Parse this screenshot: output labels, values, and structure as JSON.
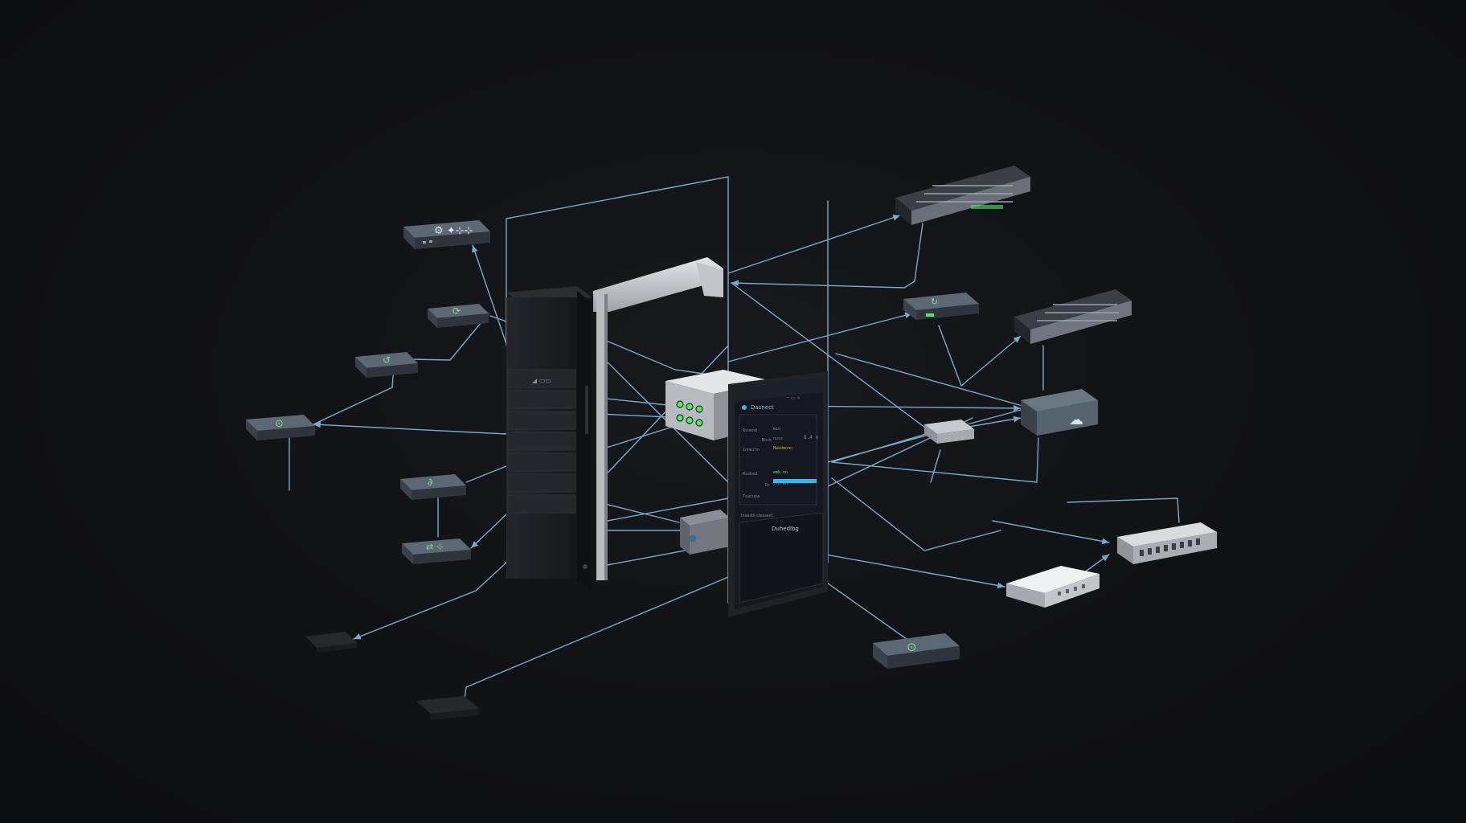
{
  "colors": {
    "background": "#111215",
    "link": "#8fc3e6",
    "node_face": "#5c6874",
    "node_side": "#3a434c",
    "node_glyph": "#7fdc8a",
    "tower": "#1b1d21",
    "screen": "#15191f",
    "screen_bar": "#39b7e6",
    "led_green": "#5ee06a",
    "switch_light": "#d6d8dc"
  },
  "icons": [
    "gear-icon",
    "leaf-icon",
    "cloud-icon",
    "power-icon",
    "network-port-icon"
  ],
  "dashboard": {
    "header": "Dasnect",
    "rows": [
      {
        "label": "Rsoend",
        "value": "mio"
      },
      {
        "label": "Mock",
        "value": "nuss"
      },
      {
        "label": "Inneitn",
        "value": "Mwadmonn"
      },
      {
        "label": "Rsobed",
        "value": "emb nn"
      },
      {
        "label": "Rr",
        "value": "jrb en"
      },
      {
        "label": "Tsacuoa",
        "value": ""
      }
    ],
    "caption": "Insestil clessest",
    "panel_title": "Duhedlbg",
    "value_right": "8.4 n"
  }
}
